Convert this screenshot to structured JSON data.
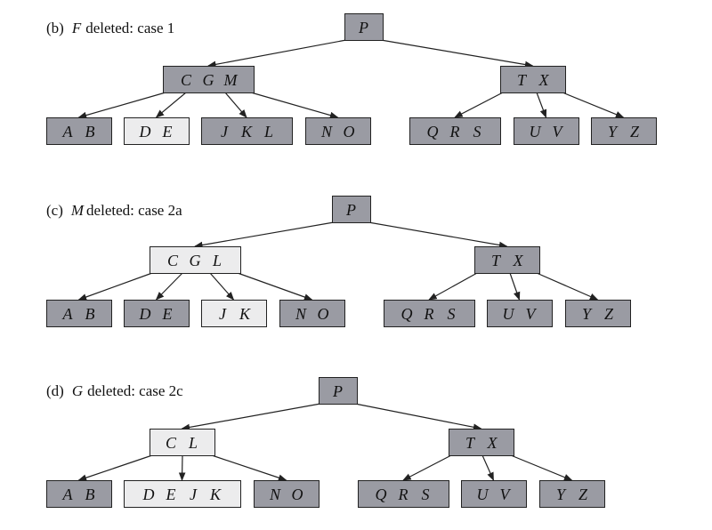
{
  "colors": {
    "dark_node": "#9a9ba3",
    "light_node": "#ececed",
    "edge": "#222222"
  },
  "panels": [
    {
      "label_prefix": "(b)",
      "label_key": "F",
      "label_rest": "deleted: case 1",
      "nodes": [
        {
          "id": "root",
          "keys": [
            "P"
          ],
          "shade": "dark"
        },
        {
          "id": "l",
          "keys": [
            "C",
            "G",
            "M"
          ],
          "shade": "dark"
        },
        {
          "id": "r",
          "keys": [
            "T",
            "X"
          ],
          "shade": "dark"
        },
        {
          "id": "l0",
          "keys": [
            "A",
            "B"
          ],
          "shade": "dark"
        },
        {
          "id": "l1",
          "keys": [
            "D",
            "E"
          ],
          "shade": "light"
        },
        {
          "id": "l2",
          "keys": [
            "J",
            "K",
            "L"
          ],
          "shade": "dark"
        },
        {
          "id": "l3",
          "keys": [
            "N",
            "O"
          ],
          "shade": "dark"
        },
        {
          "id": "r0",
          "keys": [
            "Q",
            "R",
            "S"
          ],
          "shade": "dark"
        },
        {
          "id": "r1",
          "keys": [
            "U",
            "V"
          ],
          "shade": "dark"
        },
        {
          "id": "r2",
          "keys": [
            "Y",
            "Z"
          ],
          "shade": "dark"
        }
      ]
    },
    {
      "label_prefix": "(c)",
      "label_key": "M",
      "label_rest": "deleted: case 2a",
      "nodes": [
        {
          "id": "root",
          "keys": [
            "P"
          ],
          "shade": "dark"
        },
        {
          "id": "l",
          "keys": [
            "C",
            "G",
            "L"
          ],
          "shade": "light"
        },
        {
          "id": "r",
          "keys": [
            "T",
            "X"
          ],
          "shade": "dark"
        },
        {
          "id": "l0",
          "keys": [
            "A",
            "B"
          ],
          "shade": "dark"
        },
        {
          "id": "l1",
          "keys": [
            "D",
            "E"
          ],
          "shade": "dark"
        },
        {
          "id": "l2",
          "keys": [
            "J",
            "K"
          ],
          "shade": "light"
        },
        {
          "id": "l3",
          "keys": [
            "N",
            "O"
          ],
          "shade": "dark"
        },
        {
          "id": "r0",
          "keys": [
            "Q",
            "R",
            "S"
          ],
          "shade": "dark"
        },
        {
          "id": "r1",
          "keys": [
            "U",
            "V"
          ],
          "shade": "dark"
        },
        {
          "id": "r2",
          "keys": [
            "Y",
            "Z"
          ],
          "shade": "dark"
        }
      ]
    },
    {
      "label_prefix": "(d)",
      "label_key": "G",
      "label_rest": "deleted: case 2c",
      "nodes": [
        {
          "id": "root",
          "keys": [
            "P"
          ],
          "shade": "dark"
        },
        {
          "id": "l",
          "keys": [
            "C",
            "L"
          ],
          "shade": "light"
        },
        {
          "id": "r",
          "keys": [
            "T",
            "X"
          ],
          "shade": "dark"
        },
        {
          "id": "l0",
          "keys": [
            "A",
            "B"
          ],
          "shade": "dark"
        },
        {
          "id": "l1",
          "keys": [
            "D",
            "E",
            "J",
            "K"
          ],
          "shade": "light"
        },
        {
          "id": "l3",
          "keys": [
            "N",
            "O"
          ],
          "shade": "dark"
        },
        {
          "id": "r0",
          "keys": [
            "Q",
            "R",
            "S"
          ],
          "shade": "dark"
        },
        {
          "id": "r1",
          "keys": [
            "U",
            "V"
          ],
          "shade": "dark"
        },
        {
          "id": "r2",
          "keys": [
            "Y",
            "Z"
          ],
          "shade": "dark"
        }
      ]
    }
  ]
}
